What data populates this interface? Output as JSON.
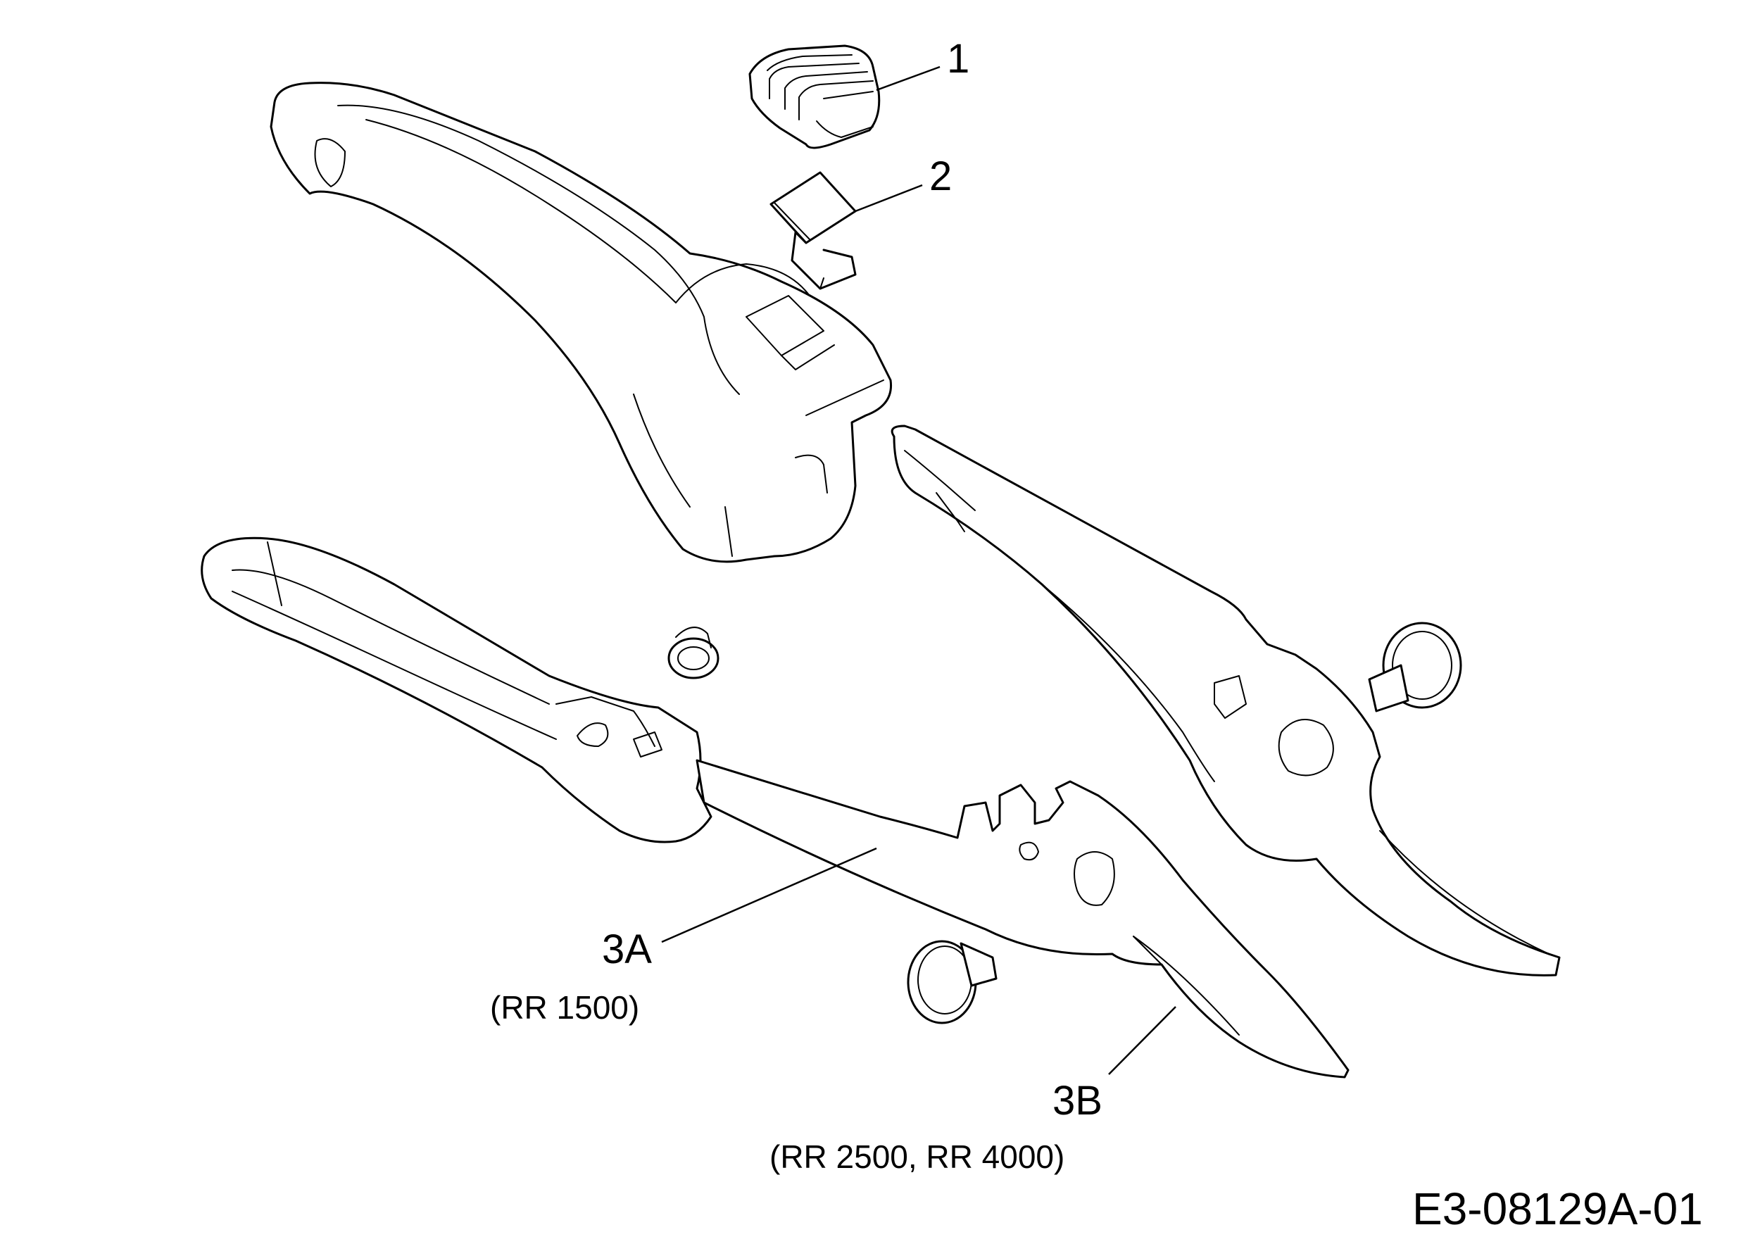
{
  "diagram": {
    "type": "exploded parts diagram",
    "subject": "bypass pruning shears"
  },
  "callouts": {
    "part1": "1",
    "part2": "2",
    "part3a": "3A",
    "part3a_models": "(RR 1500)",
    "part3b": "3B",
    "part3b_models": "(RR 2500, RR 4000)"
  },
  "document_id": "E3-08129A-01",
  "colors": {
    "line": "#000000",
    "background": "#ffffff"
  }
}
